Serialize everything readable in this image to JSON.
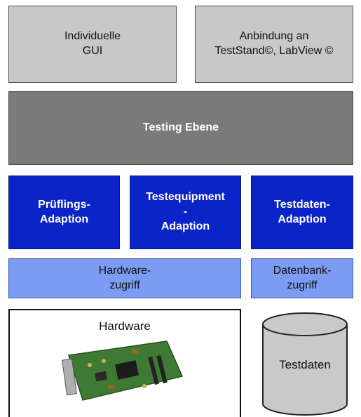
{
  "top": {
    "gui": "Individuelle\nGUI",
    "anbindung": "Anbindung an\nTestStand©, LabView ©"
  },
  "testing": "Testing Ebene",
  "adaption": {
    "pruefling": "Prüflings-\nAdaption",
    "testequipment": "Testequipment\n-\nAdaption",
    "testdaten": "Testdaten-\nAdaption"
  },
  "zugriff": {
    "hardware": "Hardware-\nzugriff",
    "datenbank": "Datenbank-\nzugriff"
  },
  "hardware": {
    "label": "Hardware"
  },
  "database": {
    "label": "Testdaten"
  },
  "colors": {
    "grey": "#c8c8c8",
    "dark_grey": "#7a7a7a",
    "blue": "#0a24c8",
    "light_blue": "#7b9cf2",
    "cylinder": "#c9c9c9"
  },
  "icons": {
    "board": "circuit-board-image",
    "db": "database-cylinder-icon"
  }
}
